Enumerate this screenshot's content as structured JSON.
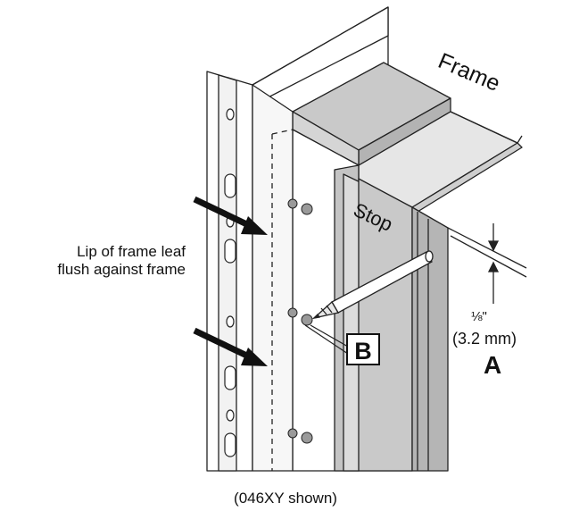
{
  "labels": {
    "frame": "Frame",
    "stop": "Stop",
    "lip_line1": "Lip of frame leaf",
    "lip_line2": "flush against frame",
    "fraction": "⅛\"",
    "measurement": "(3.2 mm)",
    "callout_a": "A",
    "callout_b": "B",
    "caption": "(046XY shown)"
  },
  "colors": {
    "frame_top": "#c9c9c9",
    "frame_face": "#e3e3e3",
    "stop_face": "#bdbdbd",
    "leaf": "#ffffff",
    "outline": "#222222",
    "screw": "#9a9a9a"
  }
}
